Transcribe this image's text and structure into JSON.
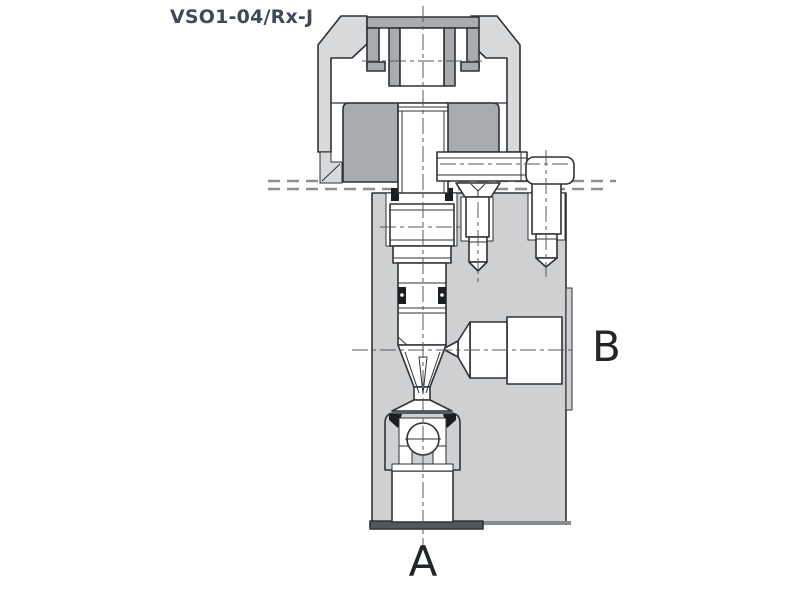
{
  "diagram": {
    "title": "VSO1-04/Rx-J",
    "ports": [
      {
        "id": "A",
        "label": "A"
      },
      {
        "id": "B",
        "label": "B"
      }
    ],
    "icons": [
      "valve-cross-section-drawing",
      "mounting-plane-dashed-line",
      "center-line"
    ],
    "colors": {
      "outline": "#2e3236",
      "body_light": "#d7d9db",
      "body_medium": "#a9acae",
      "block": "#ced0d2",
      "accent_dark": "#54575a",
      "seal": "#1c1f22",
      "centerline": "#55585b",
      "dash_plane": "#8d9093",
      "title_color": "#3f4957",
      "label_color": "#232629"
    }
  }
}
